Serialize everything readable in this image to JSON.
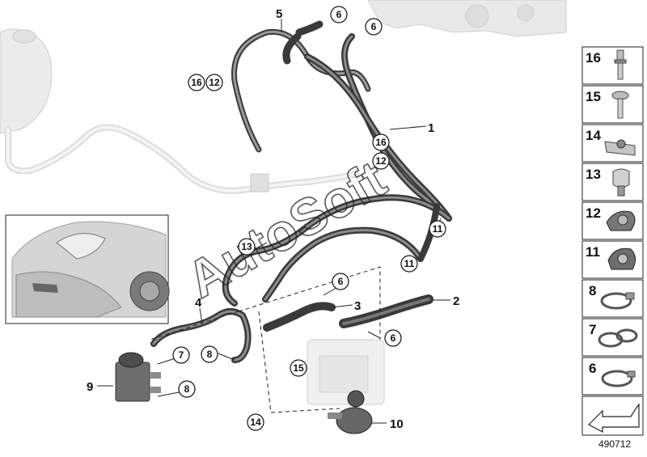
{
  "main_labels": [
    "1",
    "2",
    "3",
    "4",
    "5",
    "9",
    "10"
  ],
  "circle_labels": {
    "c6a": "6",
    "c6b": "6",
    "c6c": "6",
    "c6d": "6",
    "c16a": "16",
    "c12a": "12",
    "c16b": "16",
    "c12b": "12",
    "c13": "13",
    "c11a": "11",
    "c11b": "11",
    "c7": "7",
    "c8a": "8",
    "c8b": "8",
    "c15": "15",
    "c14": "14"
  },
  "side_panel": [
    "16",
    "15",
    "14",
    "13",
    "12",
    "11",
    "8",
    "7",
    "6"
  ],
  "watermark": "AutoSoft",
  "reference_number": "490712"
}
